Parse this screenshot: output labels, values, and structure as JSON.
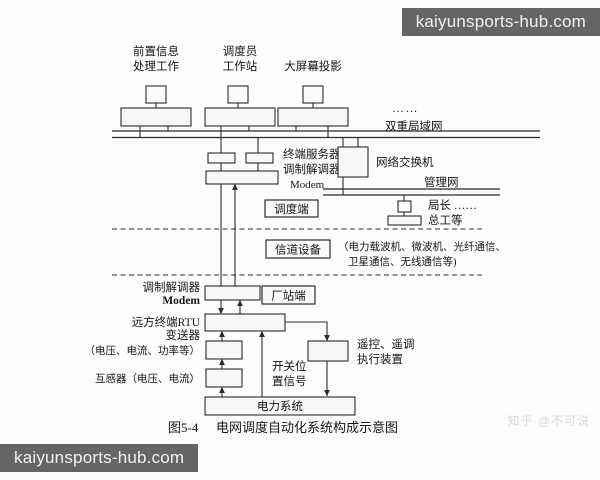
{
  "figure": {
    "caption_number": "图5-4",
    "caption_title": "电网调度自动化系统构成示意图",
    "zhihu_watermark": "知乎 @不可说"
  },
  "banners": {
    "top_right": "kaiyunsports-hub.com",
    "bottom_left": "kaiyunsports-hub.com"
  },
  "diagram_data": {
    "type": "block-diagram",
    "title": "电网调度自动化系统构成示意图",
    "sections": [
      {
        "id": "dispatch",
        "tag": "调度端"
      },
      {
        "id": "channel",
        "tag": "信道设备"
      },
      {
        "id": "station",
        "tag": "厂站端"
      }
    ],
    "top_stations": [
      {
        "label_line1": "前置信息",
        "label_line2": "处理工作"
      },
      {
        "label_line1": "调度员",
        "label_line2": "工作站"
      },
      {
        "label_line1": "大屏幕投影",
        "label_line2": ""
      }
    ],
    "top_ellipsis": "……",
    "lan_label": "双重局域网",
    "terminal_server": {
      "line1": "终端服务器",
      "line2": "调制解调器",
      "line3": "Modem"
    },
    "switch_label": "网络交换机",
    "manage_net_label": "管理网",
    "manager_label_line1": "局长 ……",
    "manager_label_line2": "总工等",
    "channel_note_line1": "（电力载波机、微波机、光纤通信、",
    "channel_note_line2": "卫星通信、无线通信等)",
    "station_modem": {
      "line1": "调制解调器",
      "line2": "Modem"
    },
    "rtu_label": "远方终端RTU",
    "transducer_line1": "变送器",
    "transducer_line2": "（电压、电流、功率等）",
    "transformer_label": "互感器（电压、电流）",
    "actuator_line1": "遥控、遥调",
    "actuator_line2": "执行装置",
    "switch_signal_line1": "开关位",
    "switch_signal_line2": "置信号",
    "power_system_label": "电力系统"
  }
}
